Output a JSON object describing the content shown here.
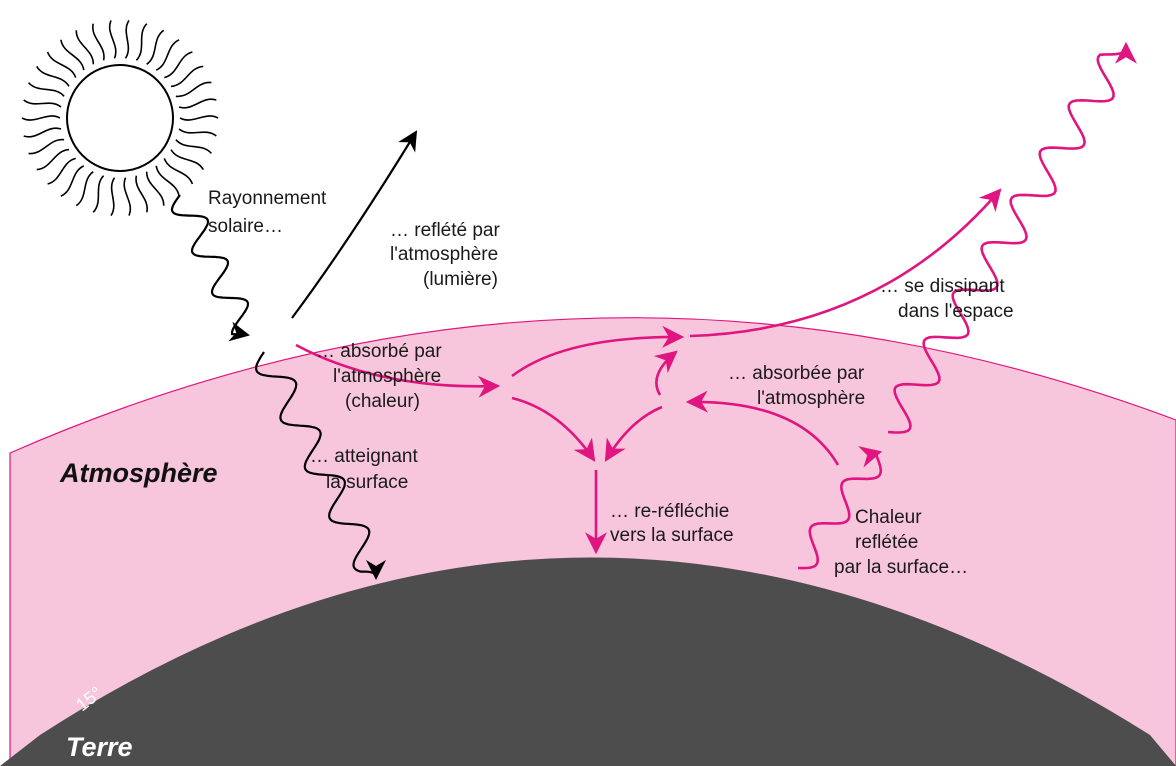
{
  "colors": {
    "atmosphere": "#f7c6dc",
    "atmosphere_edge": "#e0187f",
    "earth": "#4d4d4d",
    "heat_arrow": "#e0157f",
    "light_arrow": "#000000"
  },
  "icons": {
    "sun": "sun-icon"
  },
  "labels": {
    "solar_1": "Rayonnement",
    "solar_2": "solaire…",
    "reflected_1": "… reflété par",
    "reflected_2": "l'atmosphère",
    "reflected_3": "(lumière)",
    "absorbed_1": "… absorbé par",
    "absorbed_2": "l'atmosphère",
    "absorbed_3": "(chaleur)",
    "reaching_1": "… atteignant",
    "reaching_2": "la surface",
    "rereflected_1": "… re-réfléchie",
    "rereflected_2": "vers la surface",
    "absorbed_f_1": "… absorbée par",
    "absorbed_f_2": "l'atmosphère",
    "dissipating_1": "… se dissipant",
    "dissipating_2": "dans l'espace",
    "heat_1": "Chaleur",
    "heat_2": "reflétée",
    "heat_3": "par la surface…",
    "atmosphere": "Atmosphère",
    "earth": "Terre",
    "temperature": "15°"
  }
}
